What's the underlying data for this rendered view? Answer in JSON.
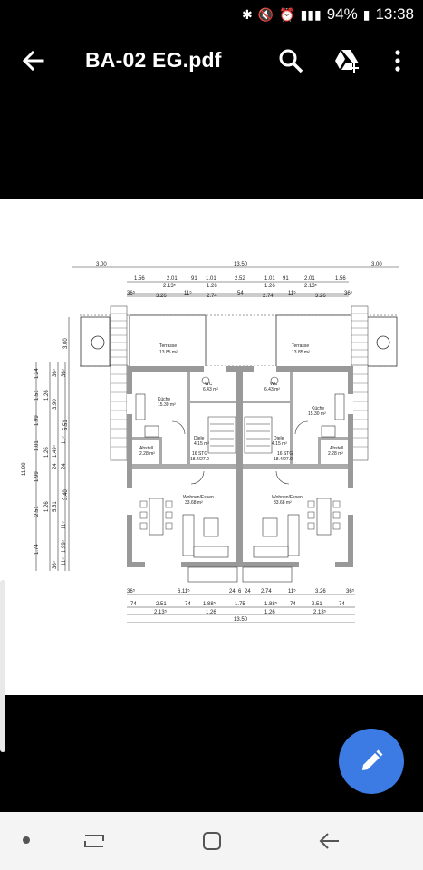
{
  "status": {
    "battery": "94%",
    "time": "13:38"
  },
  "appbar": {
    "title": "BA-02 EG.pdf"
  },
  "plan": {
    "top_dims_row1": [
      "3.00",
      "13.50",
      "3.00"
    ],
    "top_dims_row2": [
      "1.56",
      "2.01",
      "91",
      "1.01",
      "2.52",
      "1.01",
      "91",
      "2.01",
      "1.56"
    ],
    "top_dims_row3": [
      "2.13⁵",
      "1.26",
      "1.26",
      "2.13⁵"
    ],
    "top_dims_row4": [
      "36⁵",
      "3.26",
      "11⁵",
      "2.74",
      "54",
      "2.74",
      "11⁵",
      "3.26",
      "36⁵"
    ],
    "rooms": {
      "terrasse_l": "Terrasse",
      "terrasse_l_area": "13.85 m²",
      "terrasse_r": "Terrasse",
      "terrasse_r_area": "13.85 m²",
      "kueche_l": "Küche",
      "kueche_l_area": "15.30 m²",
      "kueche_r": "Küche",
      "kueche_r_area": "15.30 m²",
      "wc_l": "WC",
      "wc_l_area": "6.43 m²",
      "wc_r": "WC",
      "wc_r_area": "6.43 m²",
      "diele_l": "Diele",
      "diele_l_area": "4.15 m²",
      "diele_r": "Diele",
      "diele_r_area": "4.15 m²",
      "abstell_l": "Abstell",
      "abstell_l_area": "2.28 m²",
      "abstell_r": "Abstell",
      "abstell_r_area": "2.28 m²",
      "stg_l": "16 STG",
      "stg_l_sub": "18.4/27.0",
      "stg_r": "16 STG",
      "stg_r_sub": "18.4/27.0",
      "wohnen_l": "Wohnen/Essen",
      "wohnen_l_area": "33.68 m²",
      "wohnen_r": "Wohnen/Essen",
      "wohnen_r_area": "33.68 m²"
    },
    "left_dims": {
      "total": "11.99",
      "mid1": "3.00",
      "mid2": "3.90",
      "mid3": "5.51",
      "mid4": "3.40",
      "a1": "1.24",
      "a2": "1.51",
      "a3": "1.99",
      "a4": "1.01",
      "a5": "1.99",
      "a6": "2.51",
      "a7": "1.74",
      "b1": "1.26",
      "b2": "1.26",
      "b3": "1.26",
      "b4": "5.51",
      "c1": "36⁵",
      "c2": "36⁵",
      "c3": "24",
      "c4": "24",
      "c5": "36⁵",
      "d1": "1.49⁵",
      "d2": "11⁵",
      "d3": "1.99⁵",
      "d4": "11⁵",
      "d5": "11⁵"
    },
    "bottom_dims_row1": [
      "36⁵",
      "6.11⁵",
      "24",
      "6",
      "24",
      "2.74",
      "11⁵",
      "3.26",
      "36⁵"
    ],
    "bottom_dims_row2": [
      "74",
      "2.51",
      "74",
      "1.88⁵",
      "1.75",
      "1.88⁵",
      "74",
      "2.51",
      "74"
    ],
    "bottom_dims_row3": [
      "2.13⁵",
      "1.26",
      "1.26",
      "2.13⁵"
    ],
    "bottom_dims_row4": [
      "13.50"
    ]
  }
}
